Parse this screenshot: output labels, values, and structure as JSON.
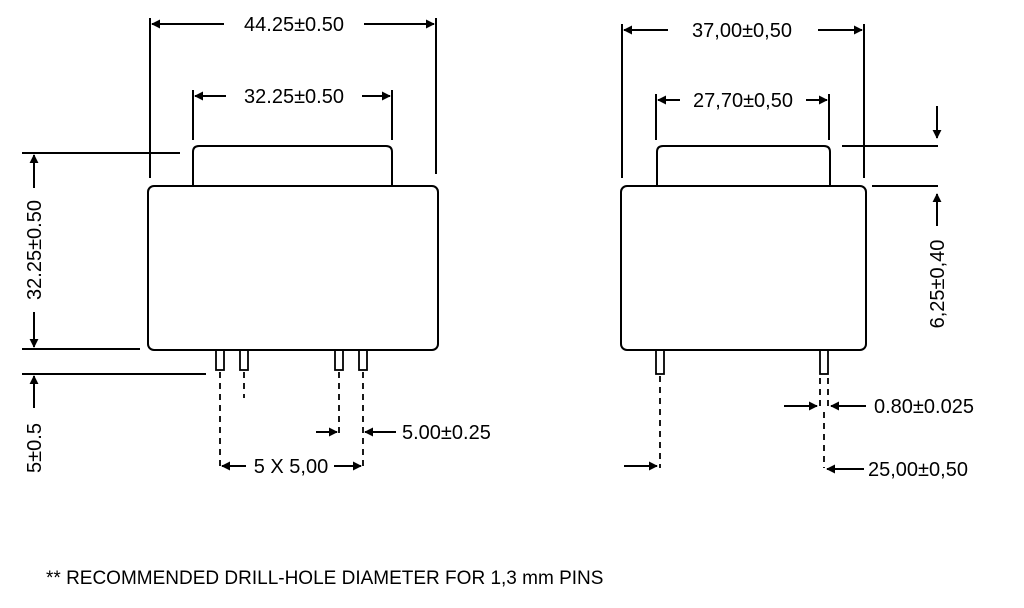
{
  "front_view": {
    "overall_width": "44.25±0.50",
    "top_width": "32.25±0.50",
    "height": "32.25±0.50",
    "pin_length": "5±0.5",
    "pin_pitch": "5 X 5,00",
    "pin_spacing": "5.00±0.25"
  },
  "side_view": {
    "overall_width": "37,00±0,50",
    "top_width": "27,70±0,50",
    "step_height": "6,25±0,40",
    "pin_thickness": "0.80±0.025",
    "pin_spacing": "25,00±0,50"
  },
  "footnote": "** RECOMMENDED DRILL-HOLE DIAMETER FOR 1,3 mm PINS"
}
